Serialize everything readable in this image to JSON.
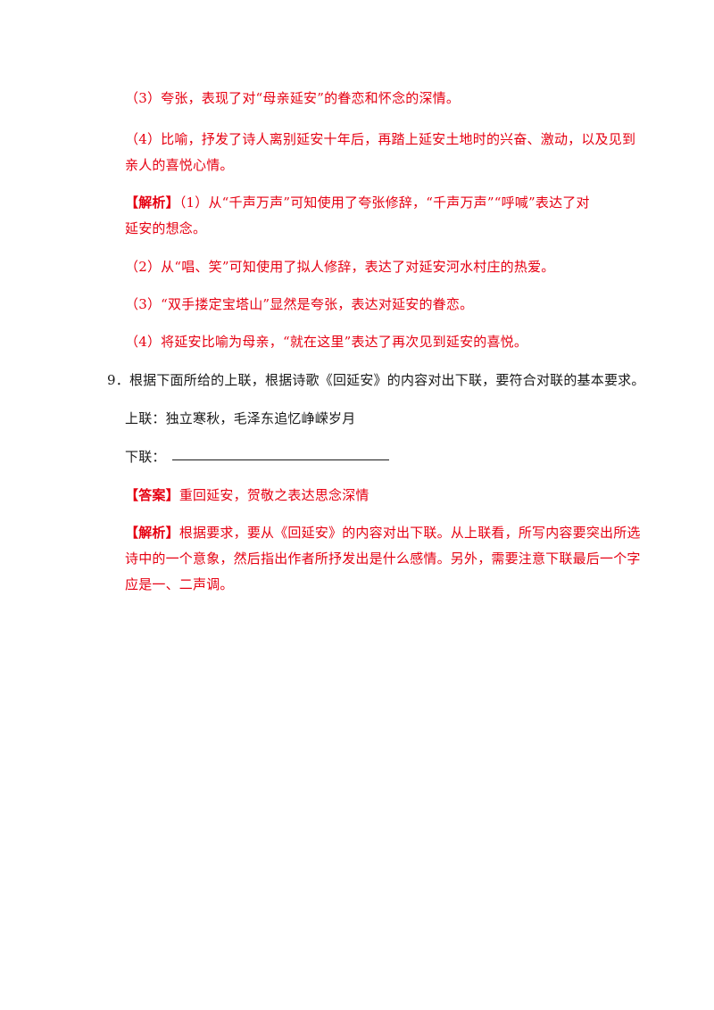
{
  "page": {
    "lines": [
      {
        "text": "（3）夸张，表现了对“母亲延安”的眷恋和怀念的深情。"
      },
      {
        "text": "（4）比喻，抒发了诗人离别延安十年后，再踏上延安土地时的兴奋、激动，以及见到"
      },
      {
        "text": "亲人的喜悦心情。"
      },
      {
        "tag": "【解析】",
        "text": "（1）从“千声万声”可知使用了夸张修辞，“千声万声”“呼喊”表达了对"
      },
      {
        "text": "延安的想念。"
      },
      {
        "text": "（2）从“唱、笑”可知使用了拟人修辞，表达了对延安河水村庄的热爱。"
      },
      {
        "text": "（3）“双手搂定宝塔山”显然是夸张，表达对延安的眷恋。"
      },
      {
        "text": "（4）将延安比喻为母亲，“就在这里”表达了再次见到延安的喜悦。"
      },
      {
        "text": "9．根据下面所给的上联，根据诗歌《回延安》的内容对出下联，要符合对联的基本要求。"
      },
      {
        "text": "上联：独立寒秋，毛泽东追忆峥嵘岁月"
      },
      {
        "text": "下联："
      },
      {
        "tag": "【答案】",
        "text": "重回延安，贺敬之表达思念深情"
      },
      {
        "tag": "【解析】",
        "text": "根据要求，要从《回延安》的内容对出下联。从上联看，所写内容要突出所选"
      },
      {
        "text": "诗中的一个意象，然后指出作者所抒发出是什么感情。另外，需要注意下联最后一个字"
      },
      {
        "text": "应是一、二声调。"
      }
    ]
  }
}
